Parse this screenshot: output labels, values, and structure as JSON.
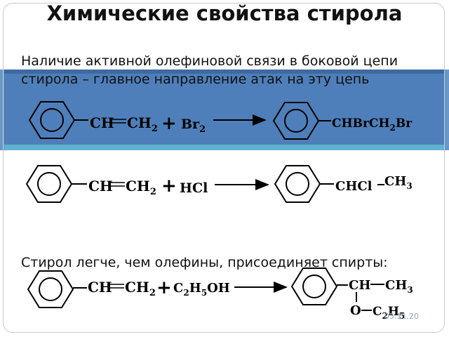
{
  "slide": {
    "title": "Химические свойства стирола",
    "paragraph1": "Наличие активной олефиновой связи в боковой цепи стирола – главное направление атак на эту цепь",
    "paragraph2": "Стирол легче, чем олефины, присоединяет спирты:",
    "date": "05.11.20"
  },
  "reactions": [
    {
      "left_group": "CH",
      "left_group2": "CH",
      "left_sub": "2",
      "plus": "+",
      "reagent": "Br",
      "reagent_sub": "2",
      "product_a": "CHBrCH",
      "product_a_sub": "2",
      "product_b": "Br"
    },
    {
      "left_group": "CH",
      "left_group2": "CH",
      "left_sub": "2",
      "plus": "+",
      "reagent": "HCl",
      "product_a": "CHCl",
      "product_b": "CH",
      "product_b_sub": "3"
    },
    {
      "left_group": "CH",
      "left_group2": "CH",
      "left_sub": "2",
      "plus": "+",
      "reagent_a": "C",
      "reagent_a_sub": "2",
      "reagent_b": "H",
      "reagent_b_sub": "5",
      "reagent_c": "OH",
      "product_a": "CH",
      "product_b": "CH",
      "product_b_sub": "3",
      "product_o": "O",
      "product_c": "C",
      "product_c_sub": "2",
      "product_d": "H",
      "product_d_sub": "5"
    }
  ]
}
